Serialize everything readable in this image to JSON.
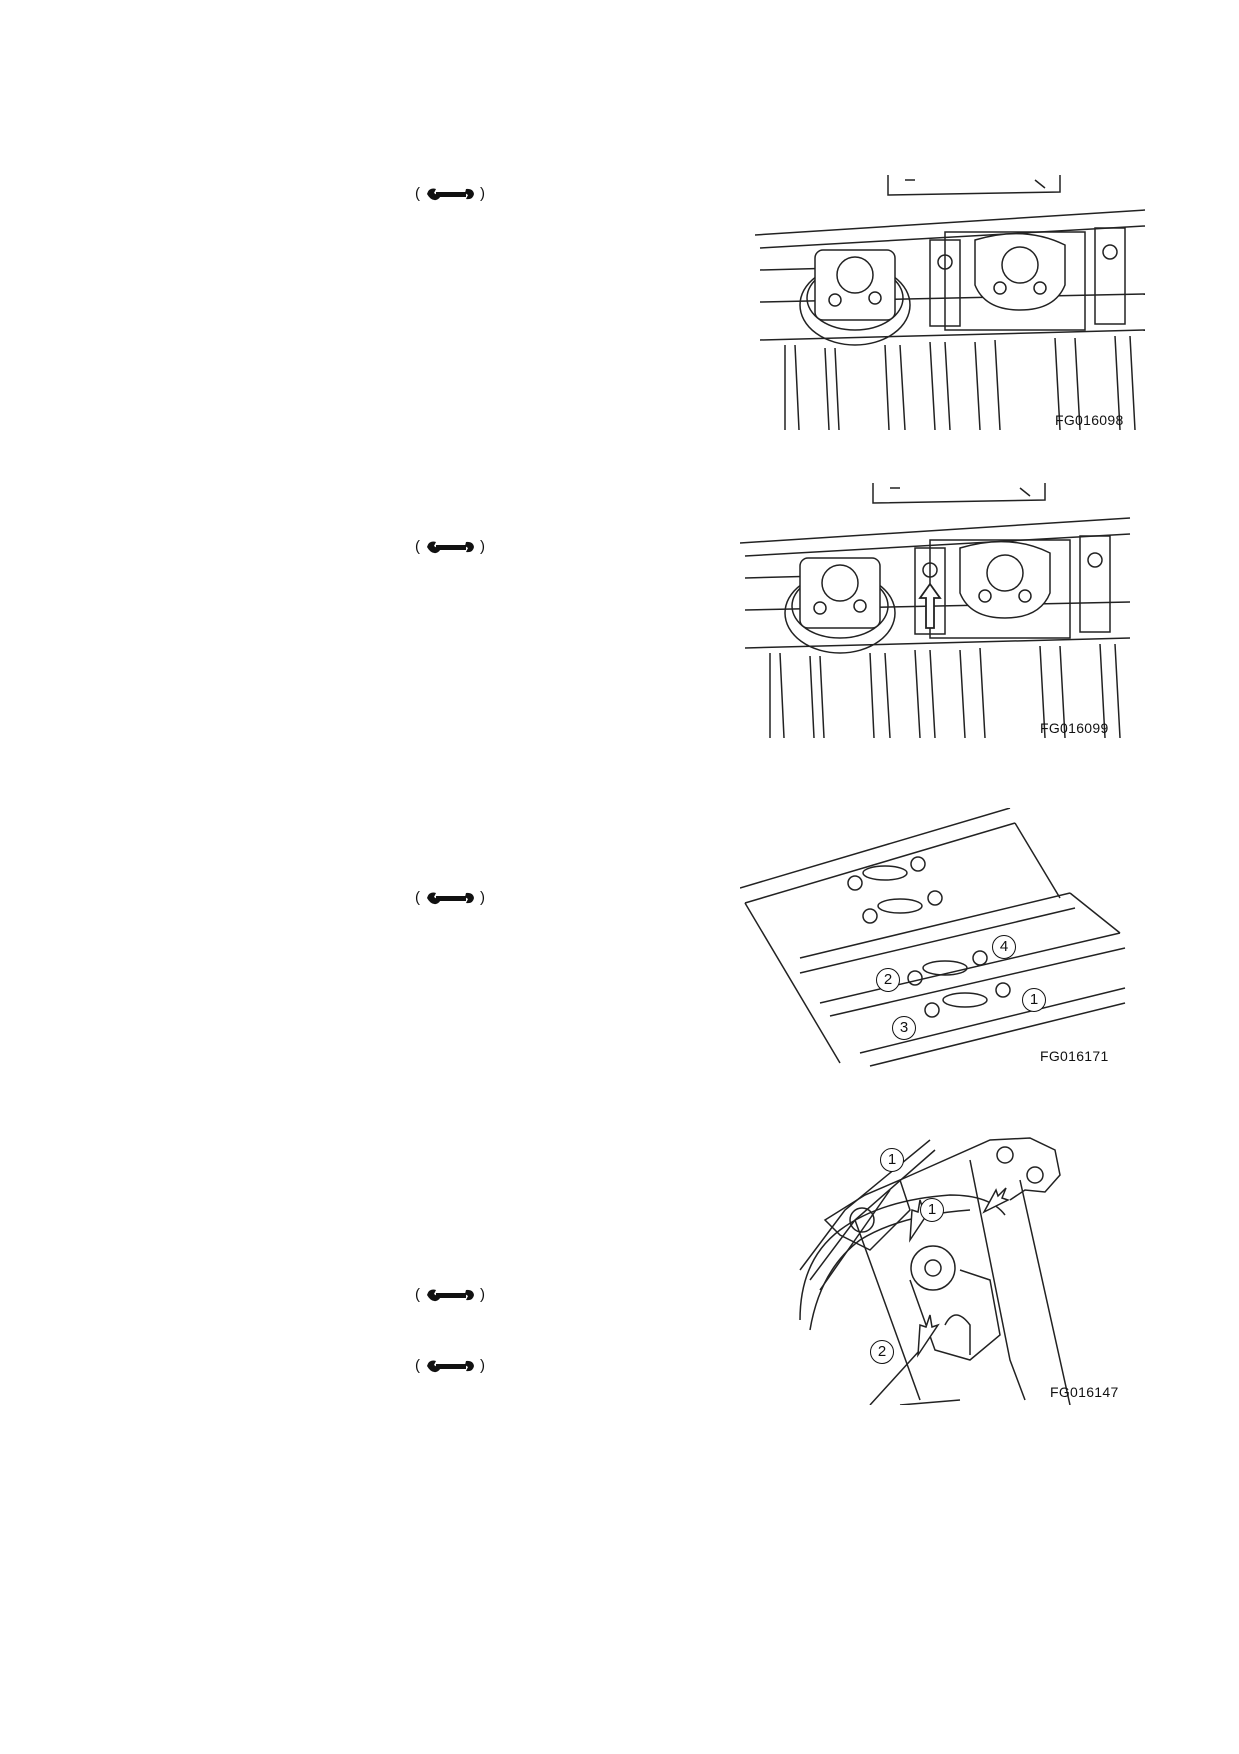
{
  "icons": {
    "torque_marker": "wrench-icon",
    "paren_open": "(",
    "paren_close": ")"
  },
  "figures": [
    {
      "id": "FG016098",
      "callouts": []
    },
    {
      "id": "FG016099",
      "callouts": []
    },
    {
      "id": "FG016171",
      "callouts": [
        "4",
        "2",
        "1",
        "3"
      ]
    },
    {
      "id": "FG016147",
      "callouts": [
        "1",
        "1",
        "2"
      ]
    }
  ]
}
